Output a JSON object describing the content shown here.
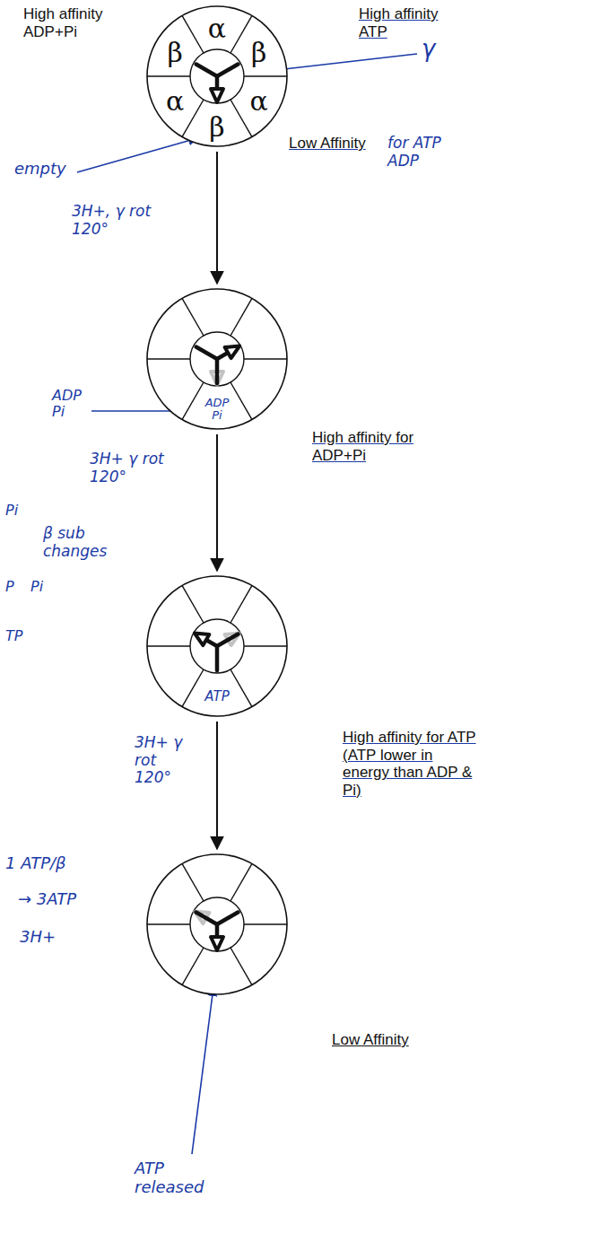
{
  "diagram": {
    "nodes": [
      {
        "text": [
          "α",
          "β",
          "β",
          "α",
          "α",
          "β"
        ]
      },
      {
        "text": [
          "ADP Pi"
        ]
      },
      {
        "text": [
          "ATP"
        ]
      },
      {
        "text": [
          "Low Affinity"
        ]
      }
    ],
    "edges": [
      {
        "from": 0,
        "to": 1,
        "arrow": "to",
        "label": "3H+, γ rot 120°"
      },
      {
        "from": 1,
        "to": 2,
        "arrow": "to",
        "label": "3H+ γ rot 120°"
      },
      {
        "from": 2,
        "to": 3,
        "arrow": "to",
        "label": "3H+ γ rot 120°"
      }
    ],
    "labels": [
      "High affinity ADP+Pi",
      "High affinity ATP",
      "γ",
      "Low Affinity",
      "for ATP ADP",
      "empty",
      "ADP Pi",
      "High affinity for ADP+Pi",
      "Pi",
      "β sub changes",
      "P",
      "Pi",
      "TP",
      "High affinity for ATP (ATP lower in energy than ADP & Pi)",
      "1 ATP/β",
      "→ 3ATP",
      "3H+",
      "ATP released"
    ]
  }
}
